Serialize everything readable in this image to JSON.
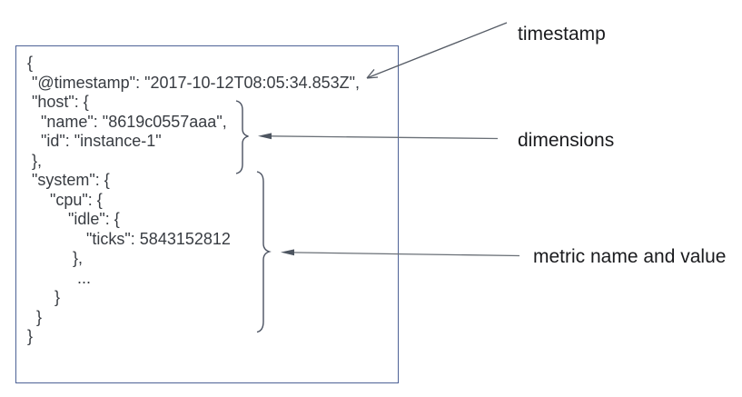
{
  "document_box": {
    "json_text": "{\n \"@timestamp\": \"2017-10-12T08:05:34.853Z\",\n \"host\": {\n   \"name\": \"8619c0557aaa\",\n   \"id\": \"instance-1\"\n },\n \"system\": {\n     \"cpu\": {\n         \"idle\": {\n             \"ticks\": 5843152812\n          },\n           ...\n      }\n  }\n}",
    "fields": {
      "timestamp_key": "@timestamp",
      "timestamp_value": "2017-10-12T08:05:34.853Z",
      "host_name": "8619c0557aaa",
      "host_id": "instance-1",
      "metric_path": "system.cpu.idle.ticks",
      "metric_value": "5843152812"
    }
  },
  "annotations": {
    "timestamp_label": "timestamp",
    "dimensions_label": "dimensions",
    "metric_label": "metric name and value"
  },
  "colors": {
    "box_border": "#4d6296",
    "code_text": "#383c42",
    "label_text": "#1a1b1e",
    "brace": "#4a5160",
    "arrow_line": "#6a7077",
    "arrow_head": "#4d5560"
  }
}
